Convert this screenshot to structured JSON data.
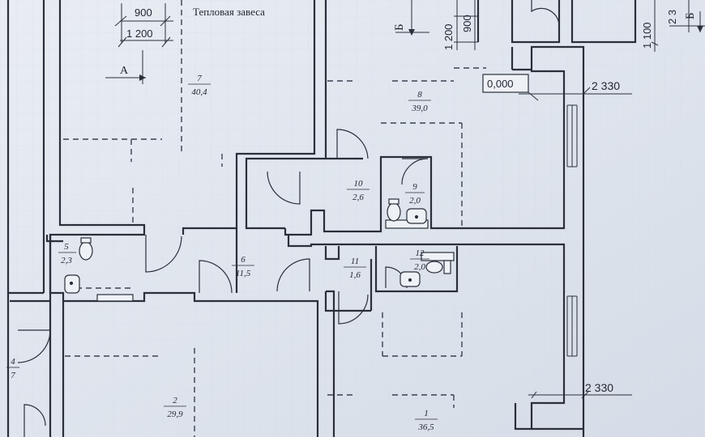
{
  "annotations": {
    "heat_curtain": "Тепловая завеса",
    "dim_900": "900",
    "dim_1200": "1 200",
    "dim_1200_vertical": "1 200",
    "dim_900_vertical": "900",
    "dim_1100_vertical": "1 100",
    "level": "0,000",
    "level_right_top": "2 330",
    "level_right_bottom": "2 330",
    "section_a": "А",
    "section_b": "Б",
    "section_b_right": "Б",
    "edge_dim": "2 3"
  },
  "rooms": [
    {
      "number": "7",
      "area": "40,4"
    },
    {
      "number": "8",
      "area": "39,0"
    },
    {
      "number": "10",
      "area": "2,6"
    },
    {
      "number": "9",
      "area": "2,0"
    },
    {
      "number": "5",
      "area": "2,3"
    },
    {
      "number": "6",
      "area": "11,5"
    },
    {
      "number": "11",
      "area": "1,6"
    },
    {
      "number": "12",
      "area": "2,0"
    },
    {
      "number": "2",
      "area": "29,9"
    },
    {
      "number": "1",
      "area": "36,5"
    },
    {
      "number": "4",
      "area": "7"
    }
  ]
}
